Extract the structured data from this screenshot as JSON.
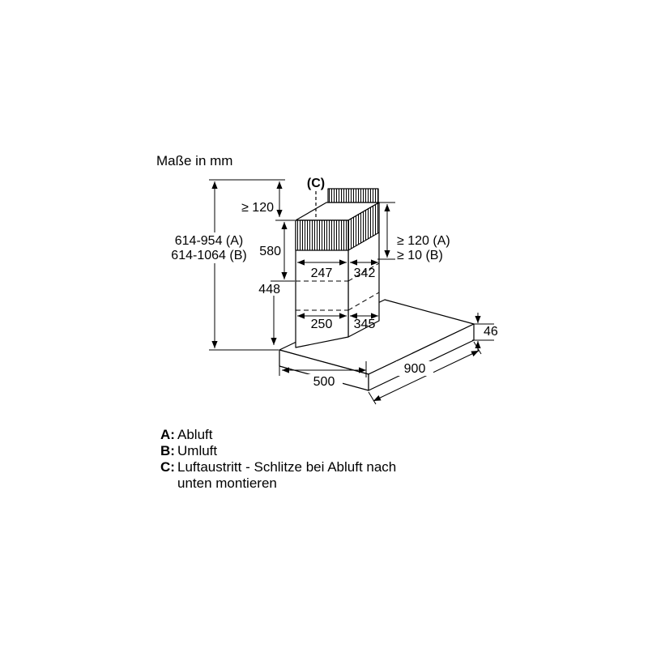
{
  "title": "Maße in mm",
  "diagram": {
    "marker_c": "(C)",
    "dimensions": {
      "ceiling_clearance": "≥ 120",
      "height_exhaust": "614-954 (A)",
      "height_recirc": "614-1064 (B)",
      "chimney_upper": "580",
      "chimney_lower": "448",
      "chimney_depth": "247",
      "chimney_width": "342",
      "slit_clearance_exhaust": "≥ 120 (A)",
      "slit_clearance_recirc": "≥ 10 (B)",
      "duct_depth": "250",
      "duct_width": "345",
      "body_height": "46",
      "body_depth": "500",
      "body_width": "900"
    }
  },
  "legend": {
    "items": [
      {
        "key": "A:",
        "label": "Abluft"
      },
      {
        "key": "B:",
        "label": "Umluft"
      },
      {
        "key": "C:",
        "label": "Luftaustritt - Schlitze bei Abluft nach",
        "label_line2": "unten montieren"
      }
    ]
  }
}
